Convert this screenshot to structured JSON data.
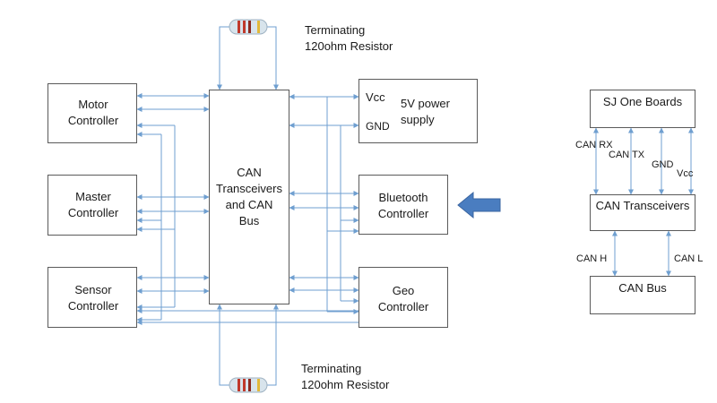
{
  "left_diagram": {
    "resistor_top_label_line1": "Terminating",
    "resistor_top_label_line2": "120ohm Resistor",
    "resistor_bottom_label_line1": "Terminating",
    "resistor_bottom_label_line2": "120ohm Resistor",
    "motor_line1": "Motor",
    "motor_line2": "Controller",
    "master_line1": "Master",
    "master_line2": "Controller",
    "sensor_line1": "Sensor",
    "sensor_line2": "Controller",
    "can_line1": "CAN",
    "can_line2": "Transceivers",
    "can_line3": "and CAN",
    "can_line4": "Bus",
    "power_vcc": "Vcc",
    "power_gnd": "GND",
    "power_line1": "5V power",
    "power_line2": "supply",
    "bluetooth_line1": "Bluetooth",
    "bluetooth_line2": "Controller",
    "geo_line1": "Geo",
    "geo_line2": "Controller"
  },
  "right_diagram": {
    "sj_boards": "SJ One Boards",
    "transceivers": "CAN Transceivers",
    "bus": "CAN Bus",
    "can_rx": "CAN RX",
    "can_tx": "CAN TX",
    "gnd": "GND",
    "vcc": "Vcc",
    "can_h": "CAN H",
    "can_l": "CAN L"
  },
  "colors": {
    "wire": "#6f9fd0",
    "box_border": "#5a5a5a",
    "highlight_arrow": "#4a7dc0",
    "resistor_body": "#d8e4ec",
    "band_red": "#c0392b",
    "band_gold": "#e2b93b"
  }
}
